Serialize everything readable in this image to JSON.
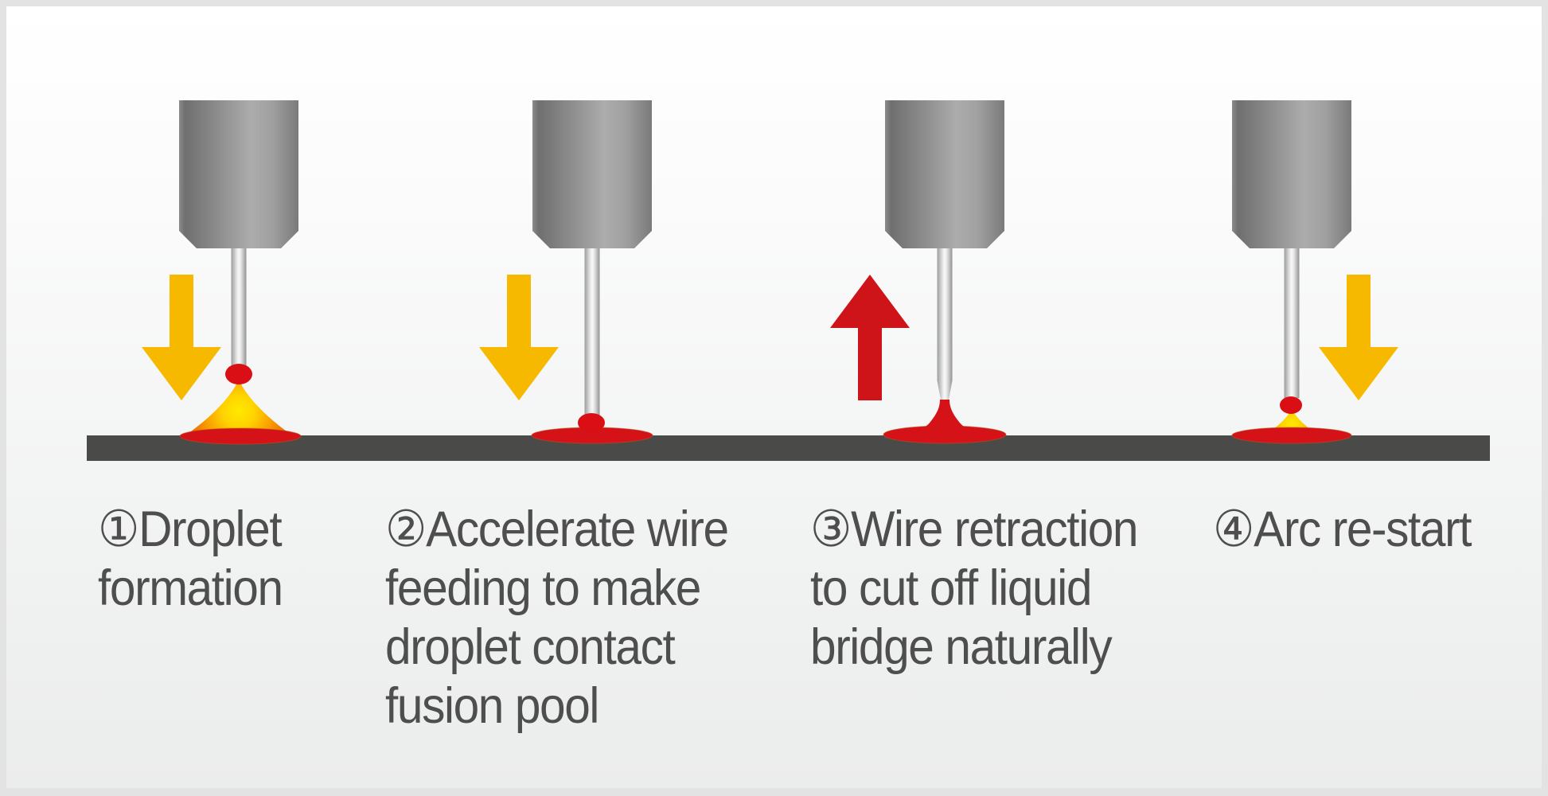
{
  "diagram": {
    "type": "welding-process-steps",
    "step_count": 4,
    "stages": [
      {
        "label": "①Droplet\nformation",
        "number": "①",
        "arrow_direction": "down",
        "arrow_color": "#F7B900",
        "melt_state": "droplet on wire tip with arc flame over molten pool"
      },
      {
        "label": "②Accelerate wire\nfeeding to make\ndroplet contact\nfusion pool",
        "number": "②",
        "arrow_direction": "down",
        "arrow_color": "#F7B900",
        "melt_state": "droplet touching molten pool"
      },
      {
        "label": "③Wire retraction\nto cut off liquid\nbridge naturally",
        "number": "③",
        "arrow_direction": "up",
        "arrow_color": "#CE1419",
        "melt_state": "liquid bridge necking between wire tip and pool"
      },
      {
        "label": "④Arc re-start",
        "number": "④",
        "arrow_direction": "down",
        "arrow_color": "#F7B900",
        "melt_state": "small droplet with re-ignited arc flame over pool"
      }
    ]
  },
  "colors": {
    "outer_margin": "#E3E3E3",
    "panel_top": "#FFFFFF",
    "panel_bottom": "#EBECEC",
    "baseplate": "#4A4A48",
    "torch_dark": "#6F6F6F",
    "torch_light": "#ACACAC",
    "wire_highlight": "#F8F8F8",
    "melt_red": "#D51218",
    "arrow_red": "#CE1419",
    "arrow_yellow": "#F7B900",
    "flame_yellow": "#FFD800",
    "flame_orange": "#F08000",
    "label_text": "#4E4E4E"
  }
}
